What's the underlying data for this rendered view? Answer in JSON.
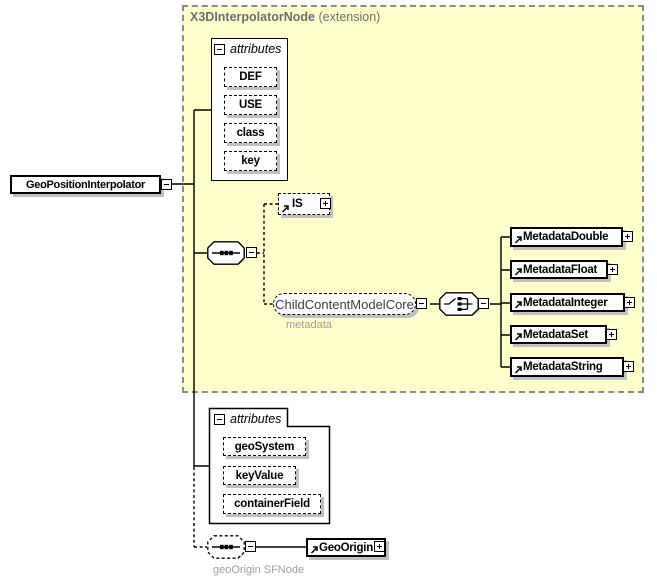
{
  "root_element": {
    "label": "GeoPositionInterpolator"
  },
  "group": {
    "title": "X3DInterpolatorNode",
    "qualifier": "(extension)"
  },
  "attributes_core": {
    "header": "attributes",
    "items": [
      "DEF",
      "USE",
      "class",
      "key"
    ]
  },
  "is_element": {
    "label": "IS"
  },
  "child_content": {
    "label": "ChildContentModelCore",
    "annotation": "metadata"
  },
  "metadata_nodes": [
    "MetadataDouble",
    "MetadataFloat",
    "MetadataInteger",
    "MetadataSet",
    "MetadataString"
  ],
  "attributes_geo": {
    "header": "attributes",
    "items": [
      "geoSystem",
      "keyValue",
      "containerField"
    ]
  },
  "geo_origin": {
    "label": "GeoOrigin",
    "annotation": "geoOrigin SFNode"
  },
  "colors": {
    "group_background": "#ffffcc",
    "group_border": "#8a8a8a",
    "group_title_text": "#6e6e6e",
    "annotation_text": "#9e9e9e",
    "shadow": "#c0c0c0",
    "line": "#000000",
    "box_fill": "#ffffff"
  }
}
